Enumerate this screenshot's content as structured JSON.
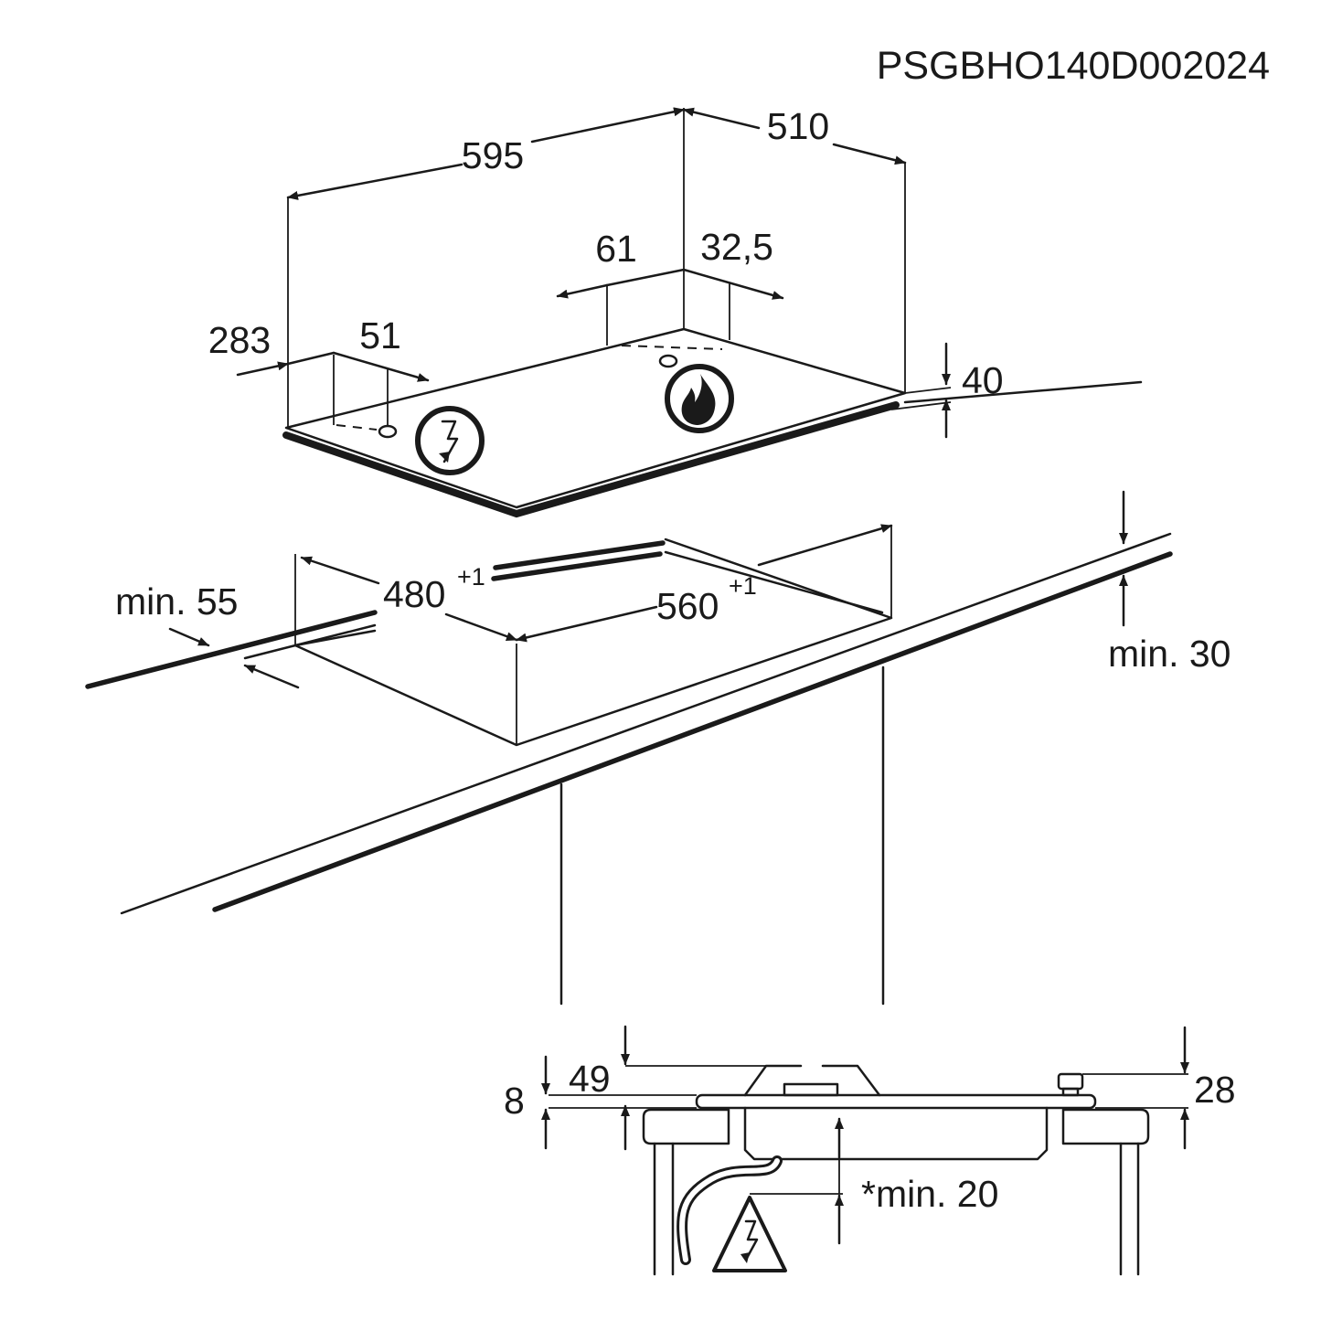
{
  "drawing_code": "PSGBHO140D002024",
  "hob_dimensions": {
    "width": "595",
    "depth": "510",
    "height": "40",
    "electric_connection_from_side": "283",
    "electric_connection_from_back": "51",
    "gas_connection_from_side": "61",
    "gas_connection_from_back": "32,5"
  },
  "cutout": {
    "depth": "480",
    "depth_tolerance": "+1",
    "width": "560",
    "width_tolerance": "+1",
    "min_front_distance": "min. 55",
    "min_back_distance": "min. 30"
  },
  "side_view": {
    "top_height": "49",
    "glass_thickness": "8",
    "knob_height": "28",
    "min_clearance_below": "*min. 20"
  },
  "symbols": {
    "electric": "electric-connection-symbol",
    "gas": "gas-connection-symbol",
    "warning": "electric-warning-triangle"
  }
}
